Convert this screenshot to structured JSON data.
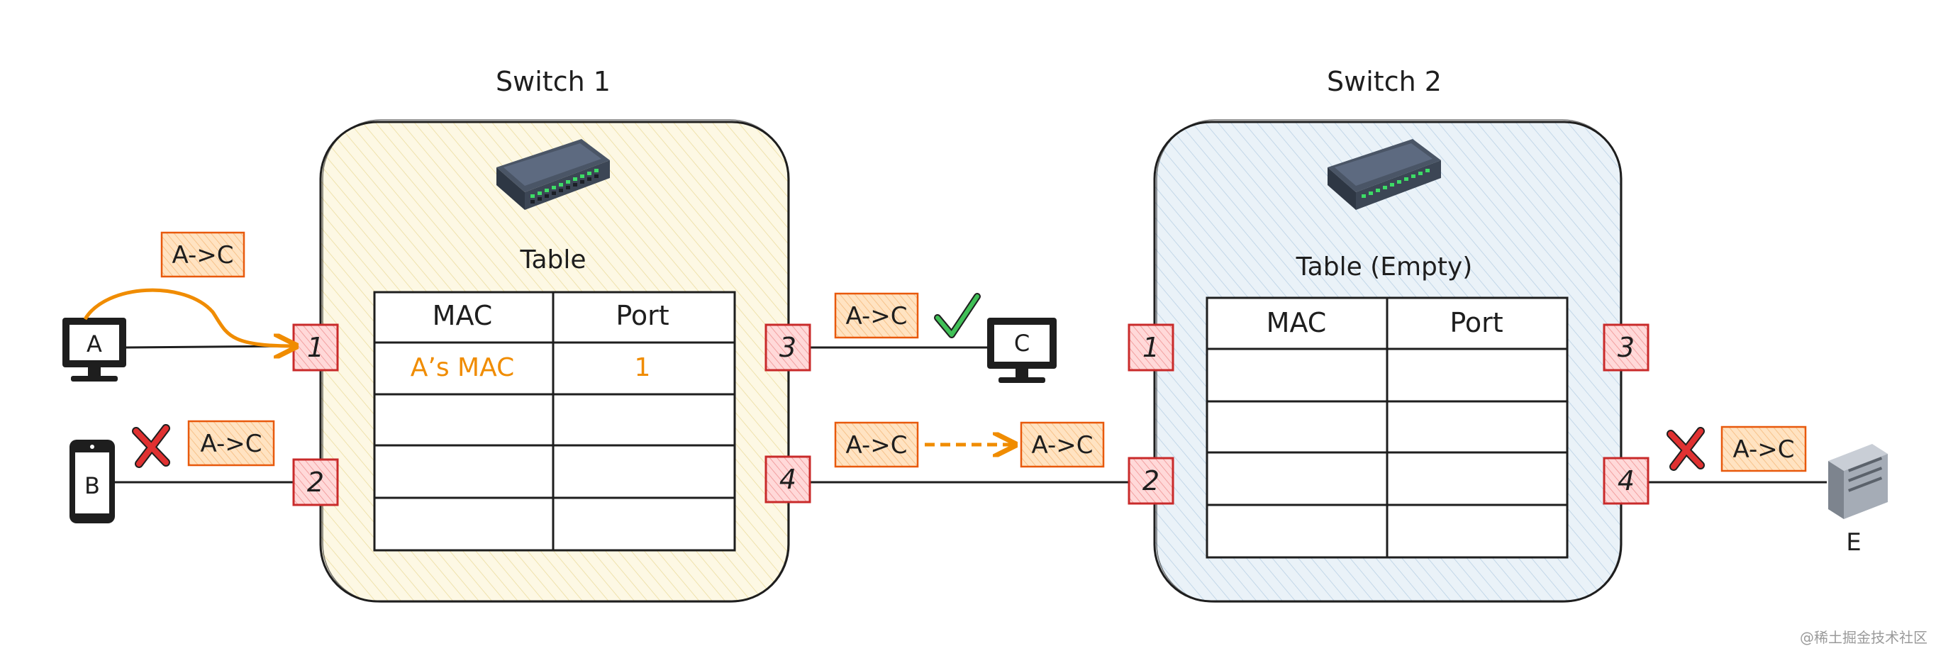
{
  "switches": [
    {
      "title": "Switch 1",
      "table_title": "Table",
      "columns": [
        "MAC",
        "Port"
      ],
      "rows": [
        [
          "A’s MAC",
          "1"
        ],
        [
          "",
          ""
        ],
        [
          "",
          ""
        ],
        [
          "",
          ""
        ]
      ],
      "ports": [
        "1",
        "2",
        "3",
        "4"
      ],
      "fill": "#fdf6dd"
    },
    {
      "title": "Switch 2",
      "table_title": "Table (Empty)",
      "columns": [
        "MAC",
        "Port"
      ],
      "rows": [
        [
          "",
          ""
        ],
        [
          "",
          ""
        ],
        [
          "",
          ""
        ],
        [
          "",
          ""
        ]
      ],
      "ports": [
        "1",
        "2",
        "3",
        "4"
      ],
      "fill": "#e4eef6"
    }
  ],
  "devices": {
    "a": "A",
    "b": "B",
    "c": "C",
    "e": "E"
  },
  "packets": {
    "label": "A->C"
  },
  "colors": {
    "packet_fill": "#ffd8a8",
    "packet_stroke": "#e8590c",
    "port_fill": "#ffc9c9",
    "port_stroke": "#c92a2a",
    "flow_arrow": "#f08c00",
    "learned_text": "#f08c00",
    "check": "#40c057",
    "cross": "#e03131"
  },
  "icons": {
    "switch": "network-switch-icon",
    "monitor": "monitor-icon",
    "phone": "phone-icon",
    "server": "server-icon",
    "check": "check-icon",
    "cross": "cross-icon"
  },
  "watermark": "@稀土掘金技术社区"
}
